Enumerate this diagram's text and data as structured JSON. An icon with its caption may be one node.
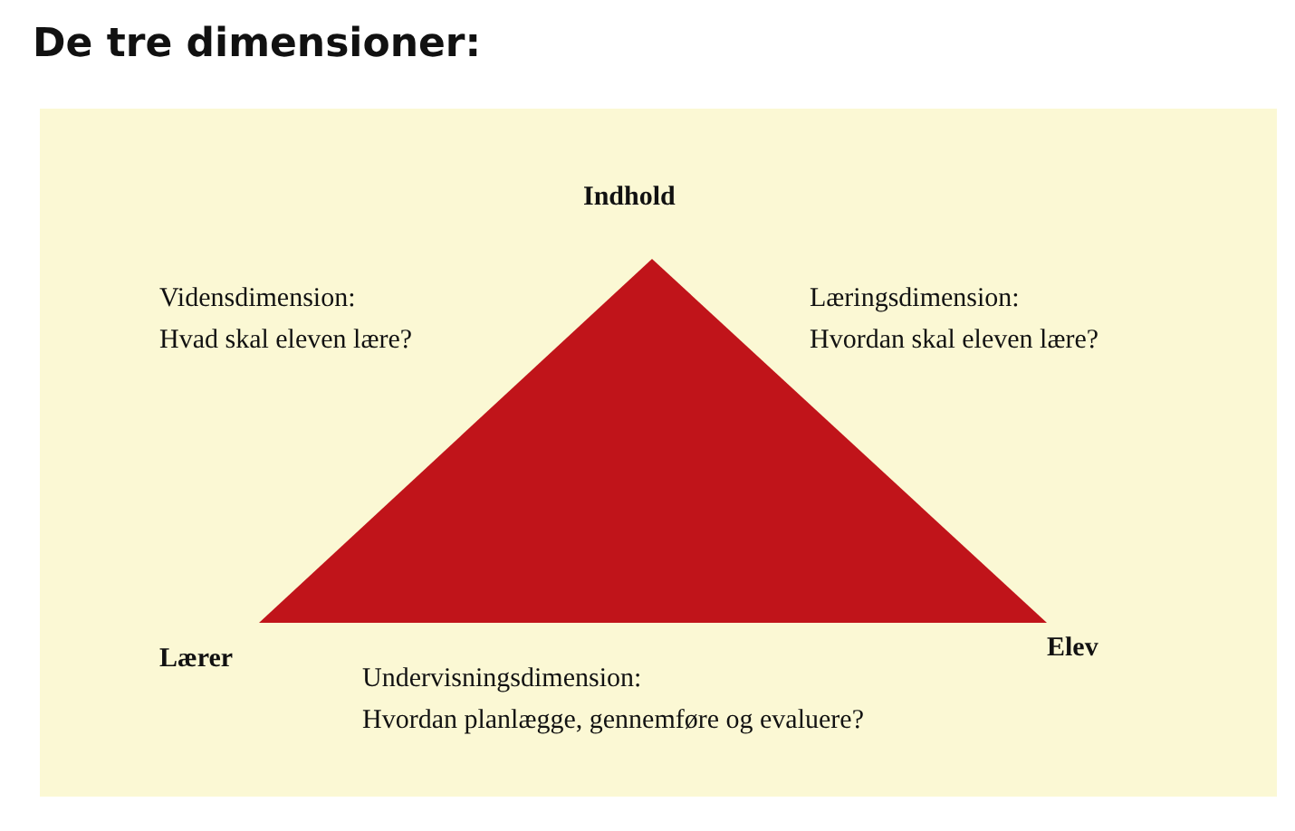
{
  "diagram": {
    "title": "De tre dimensioner:",
    "labels": [
      "Indhold",
      "Vidensdimension:",
      "Hvad skal eleven lære?",
      "Læringsdimension:",
      "Hvordan skal eleven lære?",
      "Lærer",
      "Elev",
      "Undervisningsdimension:",
      "Hvordan planlægge, gennemføre og evaluere?"
    ]
  }
}
